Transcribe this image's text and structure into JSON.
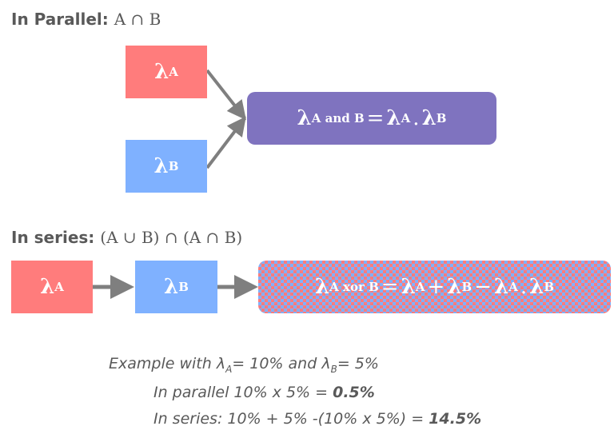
{
  "parallel": {
    "heading_label": "In Parallel:",
    "heading_math": "A ∩ B",
    "box_a": {
      "symbol": "λ",
      "sub": "A"
    },
    "box_b": {
      "symbol": "λ",
      "sub": "B"
    },
    "result": {
      "symbol": "λ",
      "sub": "A and B",
      "eq": "=",
      "t1_symbol": "λ",
      "t1_sub": "A",
      "op": ".",
      "t2_symbol": "λ",
      "t2_sub": "B"
    }
  },
  "series": {
    "heading_label": "In series:",
    "heading_math": "(A ∪ B) ∩ (A ∩ B)",
    "box_a": {
      "symbol": "λ",
      "sub": "A"
    },
    "box_b": {
      "symbol": "λ",
      "sub": "B"
    },
    "result": {
      "symbol": "λ",
      "sub": "A xor B",
      "eq": "=",
      "t1_symbol": "λ",
      "t1_sub": "A",
      "plus": "+",
      "t2_symbol": "λ",
      "t2_sub": "B",
      "minus": "−",
      "t3_symbol": "λ",
      "t3_sub": "A",
      "op": ".",
      "t4_symbol": "λ",
      "t4_sub": "B"
    }
  },
  "example": {
    "intro": "Example with ",
    "la_symbol": "λ",
    "la_sub": "A",
    "la_value": "= 10%",
    "and": " and ",
    "lb_symbol": "λ",
    "lb_sub": "B",
    "lb_value": "= 5%",
    "parallel_text": "In parallel 10% x 5% = ",
    "parallel_result": "0.5%",
    "series_text": "In series: 10% + 5% -(10% x 5%) = ",
    "series_result": "14.5%"
  },
  "colors": {
    "red": "#ff7c7c",
    "blue": "#7fb1ff",
    "purple": "#7f73bf",
    "arrow": "#7f7f7f",
    "text": "#595959"
  }
}
